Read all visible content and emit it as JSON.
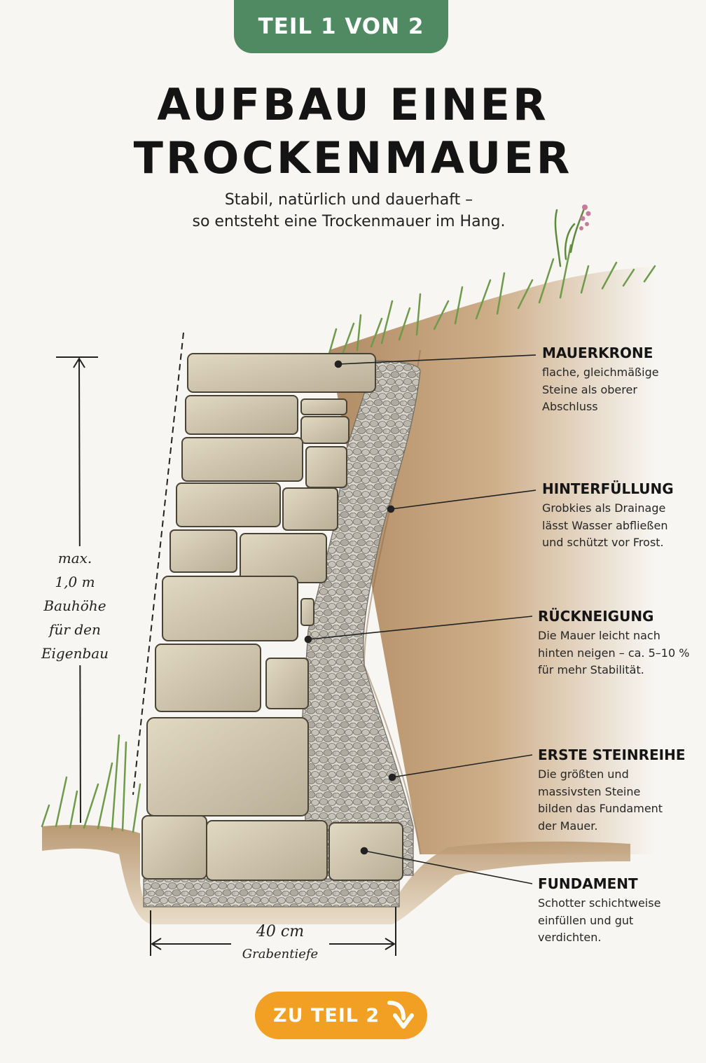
{
  "badge": {
    "text": "TEIL 1 VON 2"
  },
  "title": {
    "line1": "AUFBAU EINER",
    "line2": "TROCKENMAUER"
  },
  "subtitle": {
    "line1": "Stabil, natürlich und dauerhaft –",
    "line2": "so entsteht eine Trockenmauer im Hang."
  },
  "labels": [
    {
      "heading": "MAUERKRONE",
      "lines": [
        "flache, gleichmäßige",
        "Steine als oberer",
        "Abschluss"
      ]
    },
    {
      "heading": "HINTERFÜLLUNG",
      "lines": [
        "Grobkies als Drainage",
        "lässt Wasser abfließen",
        "und schützt vor Frost."
      ]
    },
    {
      "heading": "RÜCKNEIGUNG",
      "lines": [
        "Die Mauer leicht nach",
        "hinten neigen – ca. 5–10 %",
        "für mehr Stabilität."
      ]
    },
    {
      "heading": "ERSTE STEINREIHE",
      "lines": [
        "Die größten und",
        "massivsten Steine",
        "bilden das Fundament",
        "der Mauer."
      ]
    },
    {
      "heading": "FUNDAMENT",
      "lines": [
        "Schotter schichtweise",
        "einfüllen und gut",
        "verdichten."
      ]
    }
  ],
  "height_dimension": {
    "lines": [
      "max.",
      "1,0 m",
      "Bauhöhe",
      "für den",
      "Eigenbau"
    ]
  },
  "width_dimension": {
    "value": "40 cm",
    "label": "Grabentiefe"
  },
  "cta": {
    "label": "ZU TEIL 2",
    "icon": "arrow-down-right-icon"
  },
  "colors": {
    "badge": "#4f8a63",
    "cta": "#f2a023",
    "background": "#f7f6f2",
    "soil": "#b8946a",
    "stone": "#cfc6b0",
    "gravel": "#bfbcb3",
    "grass": "#6f9a4a"
  }
}
